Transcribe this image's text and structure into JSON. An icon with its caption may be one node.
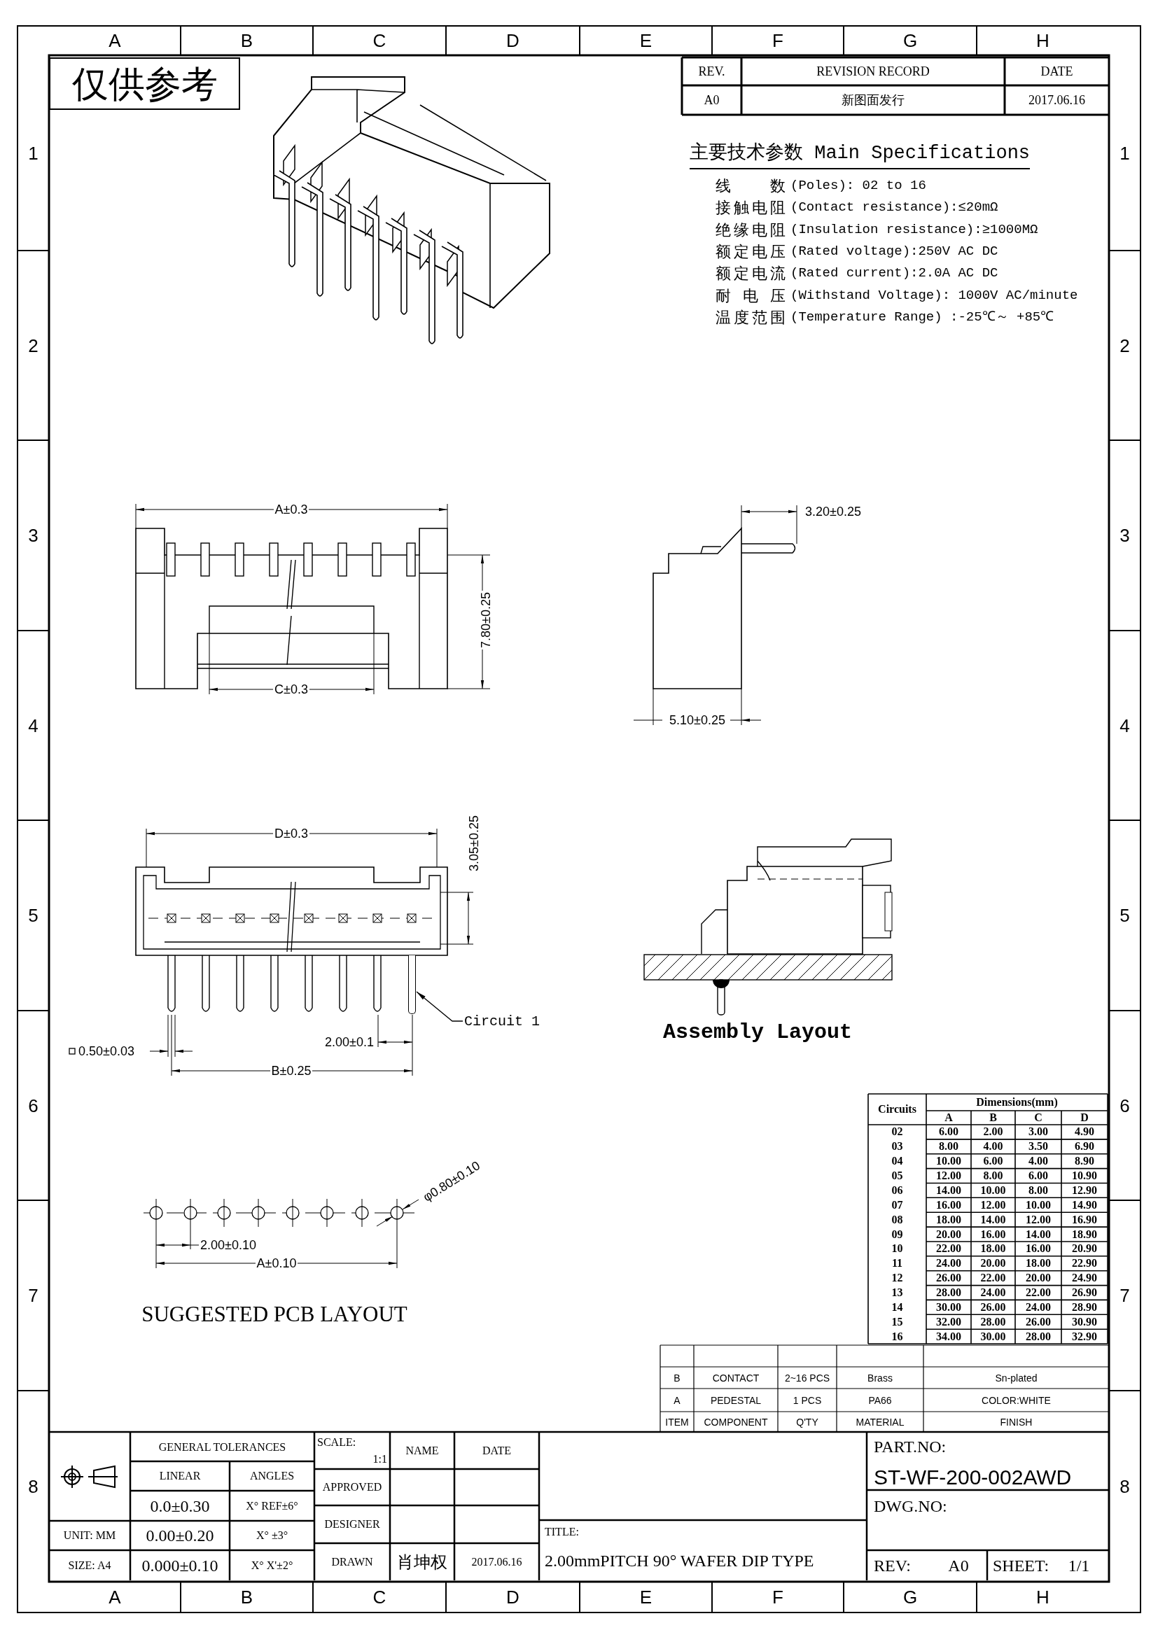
{
  "diagram": {
    "nodes": [
      {
        "text": [
          "Circuit 1"
        ]
      },
      {
        "text": [],
        "shape": "bar"
      }
    ],
    "edges": [
      {
        "from": 0,
        "to": 1,
        "arrow": "to"
      }
    ],
    "labels": [
      "A",
      "B",
      "C",
      "D",
      "E",
      "F",
      "G",
      "H",
      "1",
      "2",
      "3",
      "4",
      "5",
      "6",
      "7",
      "8",
      "1",
      "2",
      "3",
      "4",
      "5",
      "6",
      "7",
      "8",
      "A",
      "B",
      "C",
      "D",
      "E",
      "F",
      "G",
      "H",
      "仅供参考",
      "REV.",
      "REVISION RECORD",
      "DATE",
      "A0",
      "新图面发行",
      "2017.06.16",
      "主要技术参数 Main Specifications",
      "线 数",
      "(Poles): 02 to 16",
      "接触电阻",
      "(Contact resistance):≤20mΩ",
      "绝缘电阻",
      "(Insulation resistance):≥1000MΩ",
      "额定电压",
      "(Rated voltage):250V AC DC",
      "额定电流",
      "(Rated current):2.0A AC DC",
      "耐 电 压",
      "(Withstand Voltage): 1000V AC/minute",
      "温度范围",
      "(Temperature Range) :-25℃～ +85℃",
      "A±0.3",
      "7.80±0.25",
      "C±0.3",
      "3.20±0.25",
      "5.10±0.25",
      "D±0.3",
      "3.05±0.25",
      "2.00±0.1",
      "0.50±0.03",
      "B±0.25",
      "Assembly Layout",
      "φ0.80±0.10",
      "2.00±0.10",
      "A±0.10",
      "SUGGESTED PCB LAYOUT",
      "Circuits",
      "Dimensions(mm)",
      "A",
      "B",
      "C",
      "D",
      "02",
      "6.00",
      "2.00",
      "3.00",
      "4.90",
      "03",
      "8.00",
      "4.00",
      "3.50",
      "6.90",
      "04",
      "10.00",
      "6.00",
      "4.00",
      "8.90",
      "05",
      "12.00",
      "8.00",
      "6.00",
      "10.90",
      "06",
      "14.00",
      "10.00",
      "8.00",
      "12.90",
      "07",
      "16.00",
      "12.00",
      "10.00",
      "14.90",
      "08",
      "18.00",
      "14.00",
      "12.00",
      "16.90",
      "09",
      "20.00",
      "16.00",
      "14.00",
      "18.90",
      "10",
      "22.00",
      "18.00",
      "16.00",
      "20.90",
      "11",
      "24.00",
      "20.00",
      "18.00",
      "22.90",
      "12",
      "26.00",
      "22.00",
      "20.00",
      "24.90",
      "13",
      "28.00",
      "24.00",
      "22.00",
      "26.90",
      "14",
      "30.00",
      "26.00",
      "24.00",
      "28.90",
      "15",
      "32.00",
      "28.00",
      "26.00",
      "30.90",
      "16",
      "34.00",
      "30.00",
      "28.00",
      "32.90",
      "B",
      "CONTACT",
      "2~16 PCS",
      "Brass",
      "Sn-plated",
      "A",
      "PEDESTAL",
      "1 PCS",
      "PA66",
      "COLOR:WHITE",
      "ITEM",
      "COMPONENT",
      "Q'TY",
      "MATERIAL",
      "FINISH",
      "GENERAL TOLERANCES",
      "LINEAR",
      "ANGLES",
      "0.0±0.30",
      "X° REF±6°",
      "UNIT: MM",
      "0.00±0.20",
      "X° ±3°",
      "SIZE: A4",
      "0.000±0.10",
      "X° X'±2°",
      "SCALE:",
      "1:1",
      "NAME",
      "DATE",
      "APPROVED",
      "DESIGNER",
      "DRAWN",
      "肖坤权",
      "2017.06.16",
      "TITLE:",
      "2.00mmPITCH 90° WAFER DIP TYPE",
      "PART.NO:",
      "ST-WF-200-002AWD",
      "DWG.NO:",
      "REV:",
      "A0",
      "SHEET:",
      "1/1"
    ]
  }
}
